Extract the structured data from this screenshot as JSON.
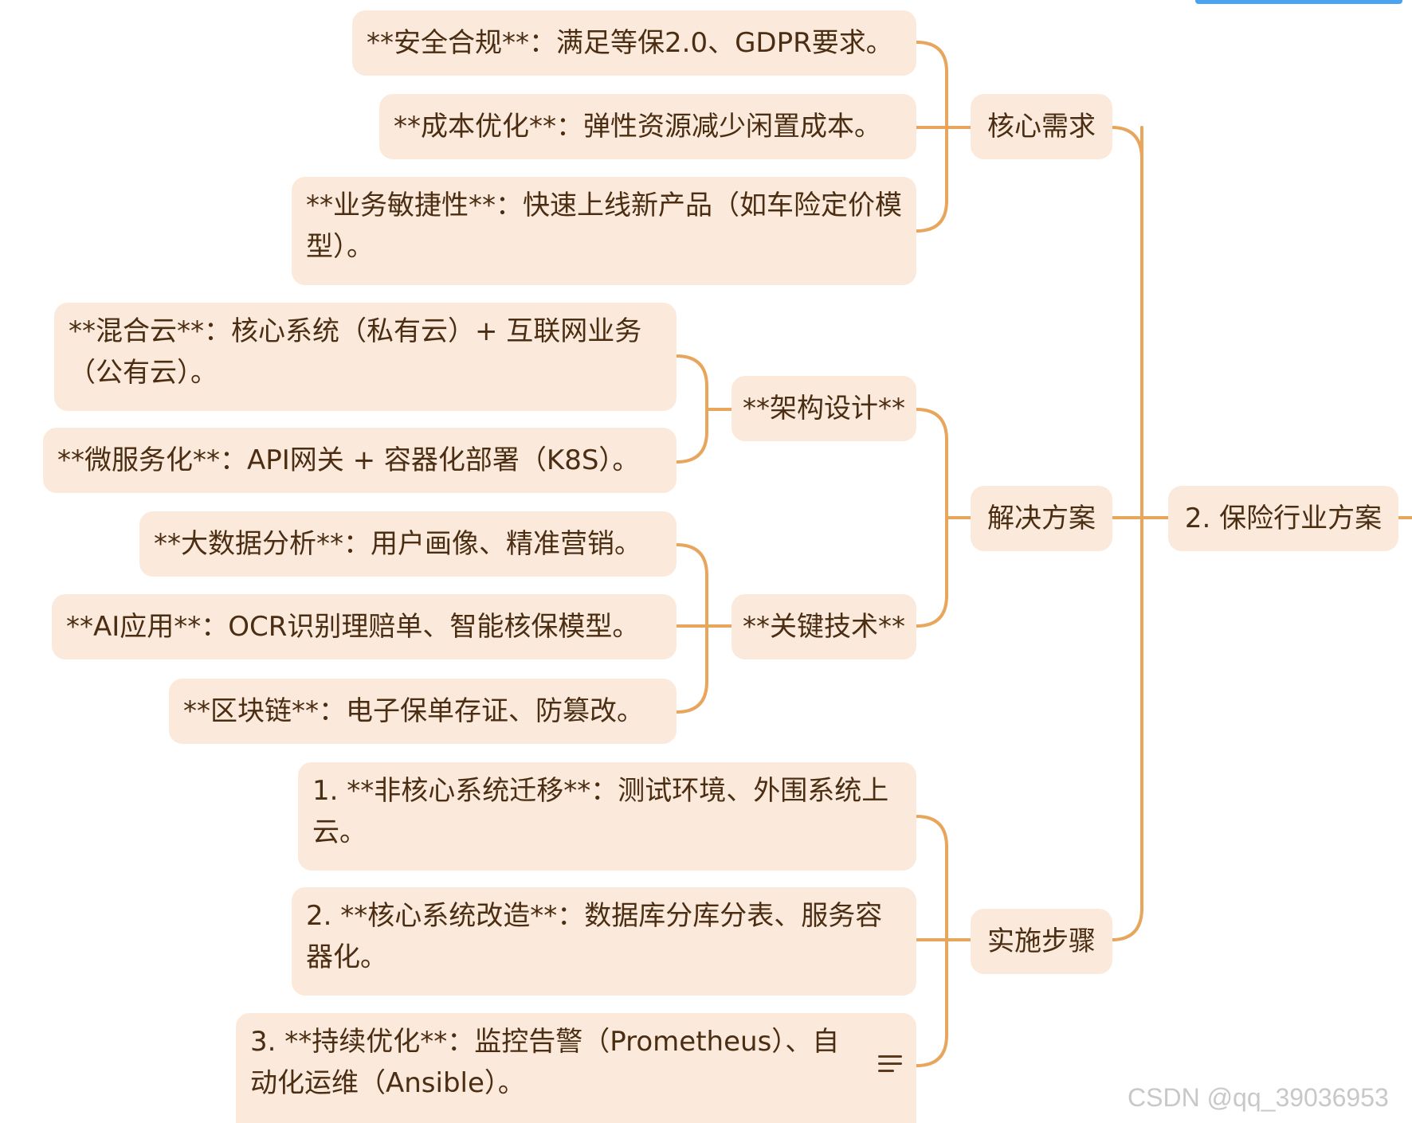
{
  "colors": {
    "node_fill": "#fbeadb",
    "connector": "#e8a55c",
    "text": "#4a2d12",
    "accent_bar": "#4aa3ee"
  },
  "root": {
    "label": "2. 保险行业方案"
  },
  "branches": {
    "core_needs": {
      "label": "核心需求",
      "items": [
        "**安全合规**：满足等保2.0、GDPR要求。",
        "**成本优化**：弹性资源减少闲置成本。",
        "**业务敏捷性**：快速上线新产品（如车险定价模型）。"
      ]
    },
    "solution": {
      "label": "解决方案",
      "architecture": {
        "label": "**架构设计**",
        "items": [
          "**混合云**：核心系统（私有云）+ 互联网业务（公有云）。",
          "**微服务化**：API网关 + 容器化部署（K8S）。"
        ]
      },
      "key_tech": {
        "label": "**关键技术**",
        "items": [
          "**大数据分析**：用户画像、精准营销。",
          "**AI应用**：OCR识别理赔单、智能核保模型。",
          "**区块链**：电子保单存证、防篡改。"
        ]
      }
    },
    "implementation": {
      "label": "实施步骤",
      "items": [
        "1. **非核心系统迁移**：测试环境、外围系统上云。",
        "2. **核心系统改造**：数据库分库分表、服务容器化。",
        "3. **持续优化**：监控告警（Prometheus）、自动化运维（Ansible）。"
      ]
    }
  },
  "note_icon": "note-lines-icon",
  "watermark": "CSDN @qq_39036953"
}
